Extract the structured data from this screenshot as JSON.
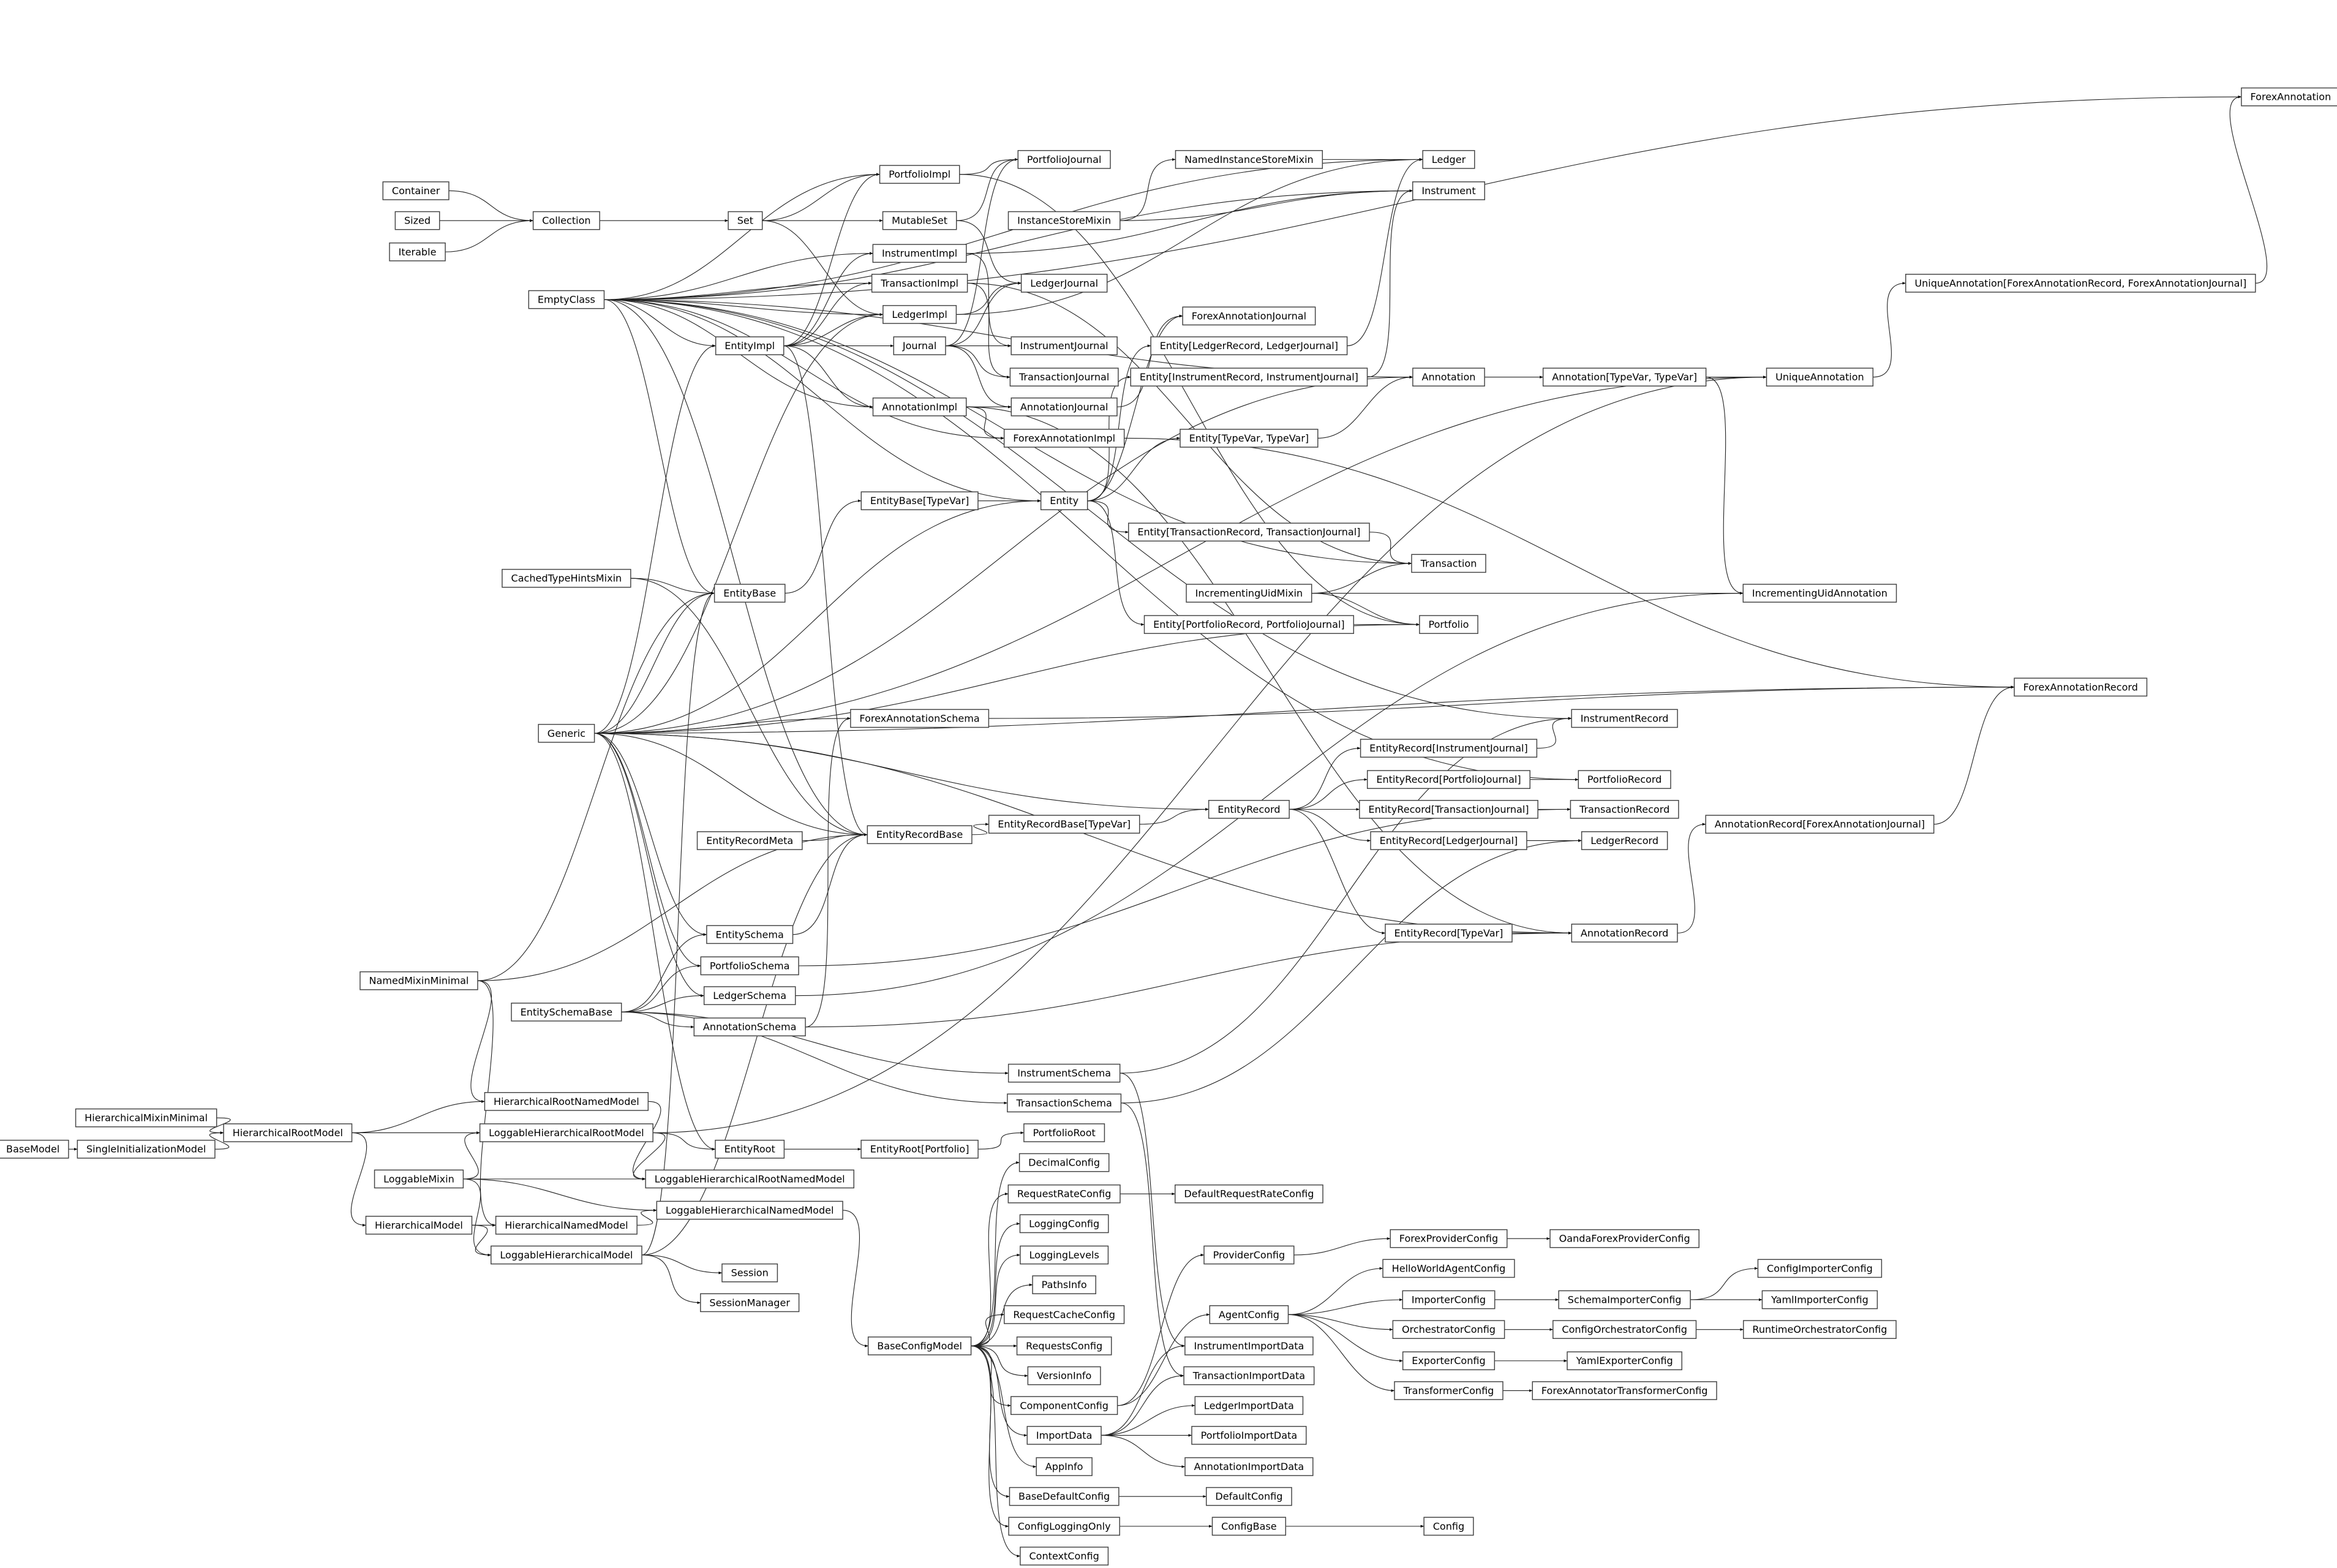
{
  "nodes": [
    "Container",
    "Sized",
    "Iterable",
    "Collection",
    "Set",
    "MutableSet",
    "PortfolioImpl",
    "PortfolioJournal",
    "NamedInstanceStoreMixin",
    "Ledger",
    "InstanceStoreMixin",
    "Instrument",
    "ForexAnnotation",
    "InstrumentImpl",
    "TransactionImpl",
    "LedgerImpl",
    "LedgerJournal",
    "EntityImpl",
    "Journal",
    "InstrumentJournal",
    "TransactionJournal",
    "ForexAnnotationJournal",
    "Entity[LedgerRecord, LedgerJournal]",
    "Entity[InstrumentRecord, InstrumentJournal]",
    "EmptyClass",
    "AnnotationImpl",
    "AnnotationJournal",
    "ForexAnnotationImpl",
    "Annotation",
    "Annotation[TypeVar, TypeVar]",
    "UniqueAnnotation",
    "UniqueAnnotation[ForexAnnotationRecord, ForexAnnotationJournal]",
    "Entity[TypeVar, TypeVar]",
    "EntityBase[TypeVar]",
    "Entity",
    "Entity[TransactionRecord, TransactionJournal]",
    "Transaction",
    "CachedTypeHintsMixin",
    "EntityBase",
    "IncrementingUidMixin",
    "IncrementingUidAnnotation",
    "Entity[PortfolioRecord, PortfolioJournal]",
    "Portfolio",
    "ForexAnnotationRecord",
    "Generic",
    "ForexAnnotationSchema",
    "InstrumentRecord",
    "EntityRecord[InstrumentJournal]",
    "EntityRecord[PortfolioJournal]",
    "PortfolioRecord",
    "EntityRecordBase[TypeVar]",
    "EntityRecord",
    "EntityRecord[TransactionJournal]",
    "TransactionRecord",
    "AnnotationRecord[ForexAnnotationJournal]",
    "EntityRecordMeta",
    "EntityRecordBase",
    "EntityRecord[LedgerJournal]",
    "LedgerRecord",
    "EntitySchema",
    "EntityRecord[TypeVar]",
    "AnnotationRecord",
    "PortfolioSchema",
    "NamedMixinMinimal",
    "LedgerSchema",
    "EntitySchemaBase",
    "AnnotationSchema",
    "InstrumentSchema",
    "HierarchicalRootNamedModel",
    "TransactionSchema",
    "HierarchicalMixinMinimal",
    "BaseModel",
    "SingleInitializationModel",
    "HierarchicalRootModel",
    "LoggableHierarchicalRootModel",
    "PortfolioRoot",
    "EntityRoot",
    "EntityRoot[Portfolio]",
    "DecimalConfig",
    "LoggableMixin",
    "LoggableHierarchicalRootNamedModel",
    "RequestRateConfig",
    "DefaultRequestRateConfig",
    "LoggableHierarchicalNamedModel",
    "HierarchicalModel",
    "HierarchicalNamedModel",
    "LoggingConfig",
    "ForexProviderConfig",
    "OandaForexProviderConfig",
    "ProviderConfig",
    "LoggableHierarchicalModel",
    "LoggingLevels",
    "HelloWorldAgentConfig",
    "ConfigImporterConfig",
    "Session",
    "PathsInfo",
    "ImporterConfig",
    "SchemaImporterConfig",
    "YamlImporterConfig",
    "SessionManager",
    "AgentConfig",
    "RequestCacheConfig",
    "OrchestratorConfig",
    "ConfigOrchestratorConfig",
    "RuntimeOrchestratorConfig",
    "BaseConfigModel",
    "RequestsConfig",
    "InstrumentImportData",
    "ExporterConfig",
    "YamlExporterConfig",
    "VersionInfo",
    "TransactionImportData",
    "ComponentConfig",
    "TransformerConfig",
    "ForexAnnotatorTransformerConfig",
    "LedgerImportData",
    "ImportData",
    "PortfolioImportData",
    "AppInfo",
    "AnnotationImportData",
    "BaseDefaultConfig",
    "DefaultConfig",
    "ConfigLoggingOnly",
    "ConfigBase",
    "Config",
    "ContextConfig"
  ],
  "edges": [
    [
      "Container",
      "Collection"
    ],
    [
      "Sized",
      "Collection"
    ],
    [
      "Iterable",
      "Collection"
    ],
    [
      "Collection",
      "Set"
    ],
    [
      "Set",
      "MutableSet"
    ],
    [
      "Set",
      "PortfolioImpl"
    ],
    [
      "Set",
      "LedgerImpl"
    ],
    [
      "MutableSet",
      "LedgerJournal"
    ],
    [
      "MutableSet",
      "PortfolioJournal"
    ],
    [
      "PortfolioImpl",
      "PortfolioJournal"
    ],
    [
      "PortfolioImpl",
      "Portfolio"
    ],
    [
      "NamedInstanceStoreMixin",
      "Ledger"
    ],
    [
      "InstanceStoreMixin",
      "NamedInstanceStoreMixin"
    ],
    [
      "InstanceStoreMixin",
      "Instrument"
    ],
    [
      "InstrumentImpl",
      "InstrumentJournal"
    ],
    [
      "InstrumentImpl",
      "Instrument"
    ],
    [
      "TransactionImpl",
      "TransactionJournal"
    ],
    [
      "TransactionImpl",
      "Transaction"
    ],
    [
      "LedgerImpl",
      "LedgerJournal"
    ],
    [
      "LedgerImpl",
      "Ledger"
    ],
    [
      "Journal",
      "LedgerJournal"
    ],
    [
      "Journal",
      "PortfolioJournal"
    ],
    [
      "Journal",
      "InstrumentJournal"
    ],
    [
      "Journal",
      "TransactionJournal"
    ],
    [
      "Journal",
      "AnnotationJournal"
    ],
    [
      "EntityImpl",
      "PortfolioImpl"
    ],
    [
      "EntityImpl",
      "InstrumentImpl"
    ],
    [
      "EntityImpl",
      "TransactionImpl"
    ],
    [
      "EntityImpl",
      "LedgerImpl"
    ],
    [
      "EntityImpl",
      "Journal"
    ],
    [
      "EntityImpl",
      "AnnotationImpl"
    ],
    [
      "EntityImpl",
      "EntityRecordBase"
    ],
    [
      "EmptyClass",
      "PortfolioImpl"
    ],
    [
      "EmptyClass",
      "InstrumentImpl"
    ],
    [
      "EmptyClass",
      "TransactionImpl"
    ],
    [
      "EmptyClass",
      "LedgerImpl"
    ],
    [
      "EmptyClass",
      "EntityImpl"
    ],
    [
      "EmptyClass",
      "AnnotationImpl"
    ],
    [
      "EmptyClass",
      "ForexAnnotationImpl"
    ],
    [
      "EmptyClass",
      "Entity"
    ],
    [
      "EmptyClass",
      "Transaction"
    ],
    [
      "EmptyClass",
      "EntityBase"
    ],
    [
      "EmptyClass",
      "EntityRecordBase"
    ],
    [
      "EmptyClass",
      "ForexAnnotation"
    ],
    [
      "EmptyClass",
      "Ledger"
    ],
    [
      "EmptyClass",
      "Instrument"
    ],
    [
      "EmptyClass",
      "Annotation"
    ],
    [
      "EmptyClass",
      "InstrumentRecord"
    ],
    [
      "EmptyClass",
      "PortfolioRecord"
    ],
    [
      "AnnotationImpl",
      "AnnotationJournal"
    ],
    [
      "AnnotationImpl",
      "ForexAnnotationImpl"
    ],
    [
      "AnnotationImpl",
      "AnnotationRecord"
    ],
    [
      "ForexAnnotationImpl",
      "ForexAnnotationRecord"
    ],
    [
      "AnnotationJournal",
      "ForexAnnotationJournal"
    ],
    [
      "Entity",
      "ForexAnnotationJournal"
    ],
    [
      "Entity",
      "Entity[LedgerRecord, LedgerJournal]"
    ],
    [
      "Entity",
      "Entity[InstrumentRecord, InstrumentJournal]"
    ],
    [
      "Entity",
      "Entity[TypeVar, TypeVar]"
    ],
    [
      "Entity",
      "Entity[TransactionRecord, TransactionJournal]"
    ],
    [
      "Entity",
      "Entity[PortfolioRecord, PortfolioJournal]"
    ],
    [
      "EntityBase[TypeVar]",
      "Entity"
    ],
    [
      "Entity[LedgerRecord, LedgerJournal]",
      "Ledger"
    ],
    [
      "Entity[InstrumentRecord, InstrumentJournal]",
      "Instrument"
    ],
    [
      "Entity[TypeVar, TypeVar]",
      "Annotation"
    ],
    [
      "Annotation",
      "Annotation[TypeVar, TypeVar]"
    ],
    [
      "Annotation[TypeVar, TypeVar]",
      "UniqueAnnotation"
    ],
    [
      "Annotation[TypeVar, TypeVar]",
      "IncrementingUidAnnotation"
    ],
    [
      "UniqueAnnotation",
      "UniqueAnnotation[ForexAnnotationRecord, ForexAnnotationJournal]"
    ],
    [
      "UniqueAnnotation[ForexAnnotationRecord, ForexAnnotationJournal]",
      "ForexAnnotation"
    ],
    [
      "Entity[TransactionRecord, TransactionJournal]",
      "Transaction"
    ],
    [
      "IncrementingUidMixin",
      "Transaction"
    ],
    [
      "IncrementingUidMixin",
      "Portfolio"
    ],
    [
      "IncrementingUidMixin",
      "IncrementingUidAnnotation"
    ],
    [
      "Entity[PortfolioRecord, PortfolioJournal]",
      "Portfolio"
    ],
    [
      "CachedTypeHintsMixin",
      "EntityBase"
    ],
    [
      "CachedTypeHintsMixin",
      "EntityRecordBase"
    ],
    [
      "EntityBase",
      "EntityBase[TypeVar]"
    ],
    [
      "Generic",
      "EntityImpl"
    ],
    [
      "Generic",
      "LedgerImpl"
    ],
    [
      "Generic",
      "EntityBase"
    ],
    [
      "Generic",
      "Entity"
    ],
    [
      "Generic",
      "Annotation"
    ],
    [
      "Generic",
      "UniqueAnnotation"
    ],
    [
      "Generic",
      "ForexAnnotationSchema"
    ],
    [
      "Generic",
      "ForexAnnotationRecord"
    ],
    [
      "Generic",
      "EntityRecord"
    ],
    [
      "Generic",
      "EntityRecordBase"
    ],
    [
      "Generic",
      "AnnotationRecord"
    ],
    [
      "Generic",
      "EntitySchema"
    ],
    [
      "Generic",
      "PortfolioSchema"
    ],
    [
      "Generic",
      "LedgerSchema"
    ],
    [
      "Generic",
      "EntityRoot"
    ],
    [
      "Generic",
      "Portfolio"
    ],
    [
      "ForexAnnotationSchema",
      "ForexAnnotationRecord"
    ],
    [
      "EntityRecordMeta",
      "EntityRecordBase"
    ],
    [
      "EntityRecordBase",
      "EntityRecordBase[TypeVar]"
    ],
    [
      "EntityRecordBase[TypeVar]",
      "EntityRecord"
    ],
    [
      "EntityRecord",
      "EntityRecord[InstrumentJournal]"
    ],
    [
      "EntityRecord",
      "EntityRecord[PortfolioJournal]"
    ],
    [
      "EntityRecord",
      "EntityRecord[TransactionJournal]"
    ],
    [
      "EntityRecord",
      "EntityRecord[LedgerJournal]"
    ],
    [
      "EntityRecord",
      "EntityRecord[TypeVar]"
    ],
    [
      "EntityRecord[InstrumentJournal]",
      "InstrumentRecord"
    ],
    [
      "EntityRecord[PortfolioJournal]",
      "PortfolioRecord"
    ],
    [
      "EntityRecord[TransactionJournal]",
      "TransactionRecord"
    ],
    [
      "EntityRecord[LedgerJournal]",
      "LedgerRecord"
    ],
    [
      "EntityRecord[TypeVar]",
      "AnnotationRecord"
    ],
    [
      "AnnotationRecord",
      "AnnotationRecord[ForexAnnotationJournal]"
    ],
    [
      "AnnotationRecord[ForexAnnotationJournal]",
      "ForexAnnotationRecord"
    ],
    [
      "EntitySchema",
      "EntityRecordBase"
    ],
    [
      "PortfolioSchema",
      "TransactionRecord"
    ],
    [
      "LedgerSchema",
      "IncrementingUidAnnotation"
    ],
    [
      "AnnotationSchema",
      "ForexAnnotationSchema"
    ],
    [
      "AnnotationSchema",
      "AnnotationRecord"
    ],
    [
      "EntitySchemaBase",
      "EntitySchema"
    ],
    [
      "EntitySchemaBase",
      "PortfolioSchema"
    ],
    [
      "EntitySchemaBase",
      "LedgerSchema"
    ],
    [
      "EntitySchemaBase",
      "AnnotationSchema"
    ],
    [
      "EntitySchemaBase",
      "InstrumentSchema"
    ],
    [
      "EntitySchemaBase",
      "TransactionSchema"
    ],
    [
      "InstrumentSchema",
      "InstrumentRecord"
    ],
    [
      "InstrumentSchema",
      "InstrumentImportData"
    ],
    [
      "TransactionSchema",
      "LedgerRecord"
    ],
    [
      "TransactionSchema",
      "TransactionImportData"
    ],
    [
      "NamedMixinMinimal",
      "EntityBase"
    ],
    [
      "NamedMixinMinimal",
      "EntityRecordBase"
    ],
    [
      "NamedMixinMinimal",
      "HierarchicalRootNamedModel"
    ],
    [
      "NamedMixinMinimal",
      "HierarchicalNamedModel"
    ],
    [
      "HierarchicalMixinMinimal",
      "HierarchicalRootModel"
    ],
    [
      "BaseModel",
      "SingleInitializationModel"
    ],
    [
      "SingleInitializationModel",
      "HierarchicalRootModel"
    ],
    [
      "HierarchicalRootModel",
      "HierarchicalRootNamedModel"
    ],
    [
      "HierarchicalRootModel",
      "LoggableHierarchicalRootModel"
    ],
    [
      "HierarchicalRootModel",
      "HierarchicalModel"
    ],
    [
      "HierarchicalRootNamedModel",
      "LoggableHierarchicalRootNamedModel"
    ],
    [
      "LoggableHierarchicalRootModel",
      "EntityRoot"
    ],
    [
      "LoggableHierarchicalRootModel",
      "LoggableHierarchicalRootNamedModel"
    ],
    [
      "LoggableHierarchicalRootModel",
      "UniqueAnnotation"
    ],
    [
      "EntityRoot",
      "EntityRoot[Portfolio]"
    ],
    [
      "EntityRoot[Portfolio]",
      "PortfolioRoot"
    ],
    [
      "LoggableMixin",
      "LoggableHierarchicalRootModel"
    ],
    [
      "LoggableMixin",
      "LoggableHierarchicalRootNamedModel"
    ],
    [
      "LoggableMixin",
      "LoggableHierarchicalNamedModel"
    ],
    [
      "LoggableMixin",
      "LoggableHierarchicalModel"
    ],
    [
      "HierarchicalModel",
      "HierarchicalNamedModel"
    ],
    [
      "HierarchicalModel",
      "LoggableHierarchicalModel"
    ],
    [
      "HierarchicalNamedModel",
      "LoggableHierarchicalNamedModel"
    ],
    [
      "LoggableHierarchicalModel",
      "Session"
    ],
    [
      "LoggableHierarchicalModel",
      "SessionManager"
    ],
    [
      "LoggableHierarchicalModel",
      "EntityBase"
    ],
    [
      "LoggableHierarchicalModel",
      "EntityRecordBase"
    ],
    [
      "LoggableHierarchicalNamedModel",
      "BaseConfigModel"
    ],
    [
      "BaseConfigModel",
      "DecimalConfig"
    ],
    [
      "BaseConfigModel",
      "RequestRateConfig"
    ],
    [
      "BaseConfigModel",
      "LoggingConfig"
    ],
    [
      "BaseConfigModel",
      "LoggingLevels"
    ],
    [
      "BaseConfigModel",
      "PathsInfo"
    ],
    [
      "BaseConfigModel",
      "RequestCacheConfig"
    ],
    [
      "BaseConfigModel",
      "RequestsConfig"
    ],
    [
      "BaseConfigModel",
      "VersionInfo"
    ],
    [
      "BaseConfigModel",
      "ComponentConfig"
    ],
    [
      "BaseConfigModel",
      "ImportData"
    ],
    [
      "BaseConfigModel",
      "AppInfo"
    ],
    [
      "BaseConfigModel",
      "BaseDefaultConfig"
    ],
    [
      "BaseConfigModel",
      "ConfigLoggingOnly"
    ],
    [
      "BaseConfigModel",
      "ContextConfig"
    ],
    [
      "RequestRateConfig",
      "DefaultRequestRateConfig"
    ],
    [
      "ComponentConfig",
      "ProviderConfig"
    ],
    [
      "ComponentConfig",
      "AgentConfig"
    ],
    [
      "ProviderConfig",
      "ForexProviderConfig"
    ],
    [
      "ForexProviderConfig",
      "OandaForexProviderConfig"
    ],
    [
      "AgentConfig",
      "HelloWorldAgentConfig"
    ],
    [
      "AgentConfig",
      "ImporterConfig"
    ],
    [
      "AgentConfig",
      "OrchestratorConfig"
    ],
    [
      "AgentConfig",
      "ExporterConfig"
    ],
    [
      "AgentConfig",
      "TransformerConfig"
    ],
    [
      "ImporterConfig",
      "SchemaImporterConfig"
    ],
    [
      "SchemaImporterConfig",
      "ConfigImporterConfig"
    ],
    [
      "SchemaImporterConfig",
      "YamlImporterConfig"
    ],
    [
      "OrchestratorConfig",
      "ConfigOrchestratorConfig"
    ],
    [
      "ConfigOrchestratorConfig",
      "RuntimeOrchestratorConfig"
    ],
    [
      "ExporterConfig",
      "YamlExporterConfig"
    ],
    [
      "TransformerConfig",
      "ForexAnnotatorTransformerConfig"
    ],
    [
      "ImportData",
      "InstrumentImportData"
    ],
    [
      "ImportData",
      "TransactionImportData"
    ],
    [
      "ImportData",
      "LedgerImportData"
    ],
    [
      "ImportData",
      "PortfolioImportData"
    ],
    [
      "ImportData",
      "AnnotationImportData"
    ],
    [
      "BaseDefaultConfig",
      "DefaultConfig"
    ],
    [
      "ConfigLoggingOnly",
      "ConfigBase"
    ],
    [
      "ConfigBase",
      "Config"
    ]
  ]
}
